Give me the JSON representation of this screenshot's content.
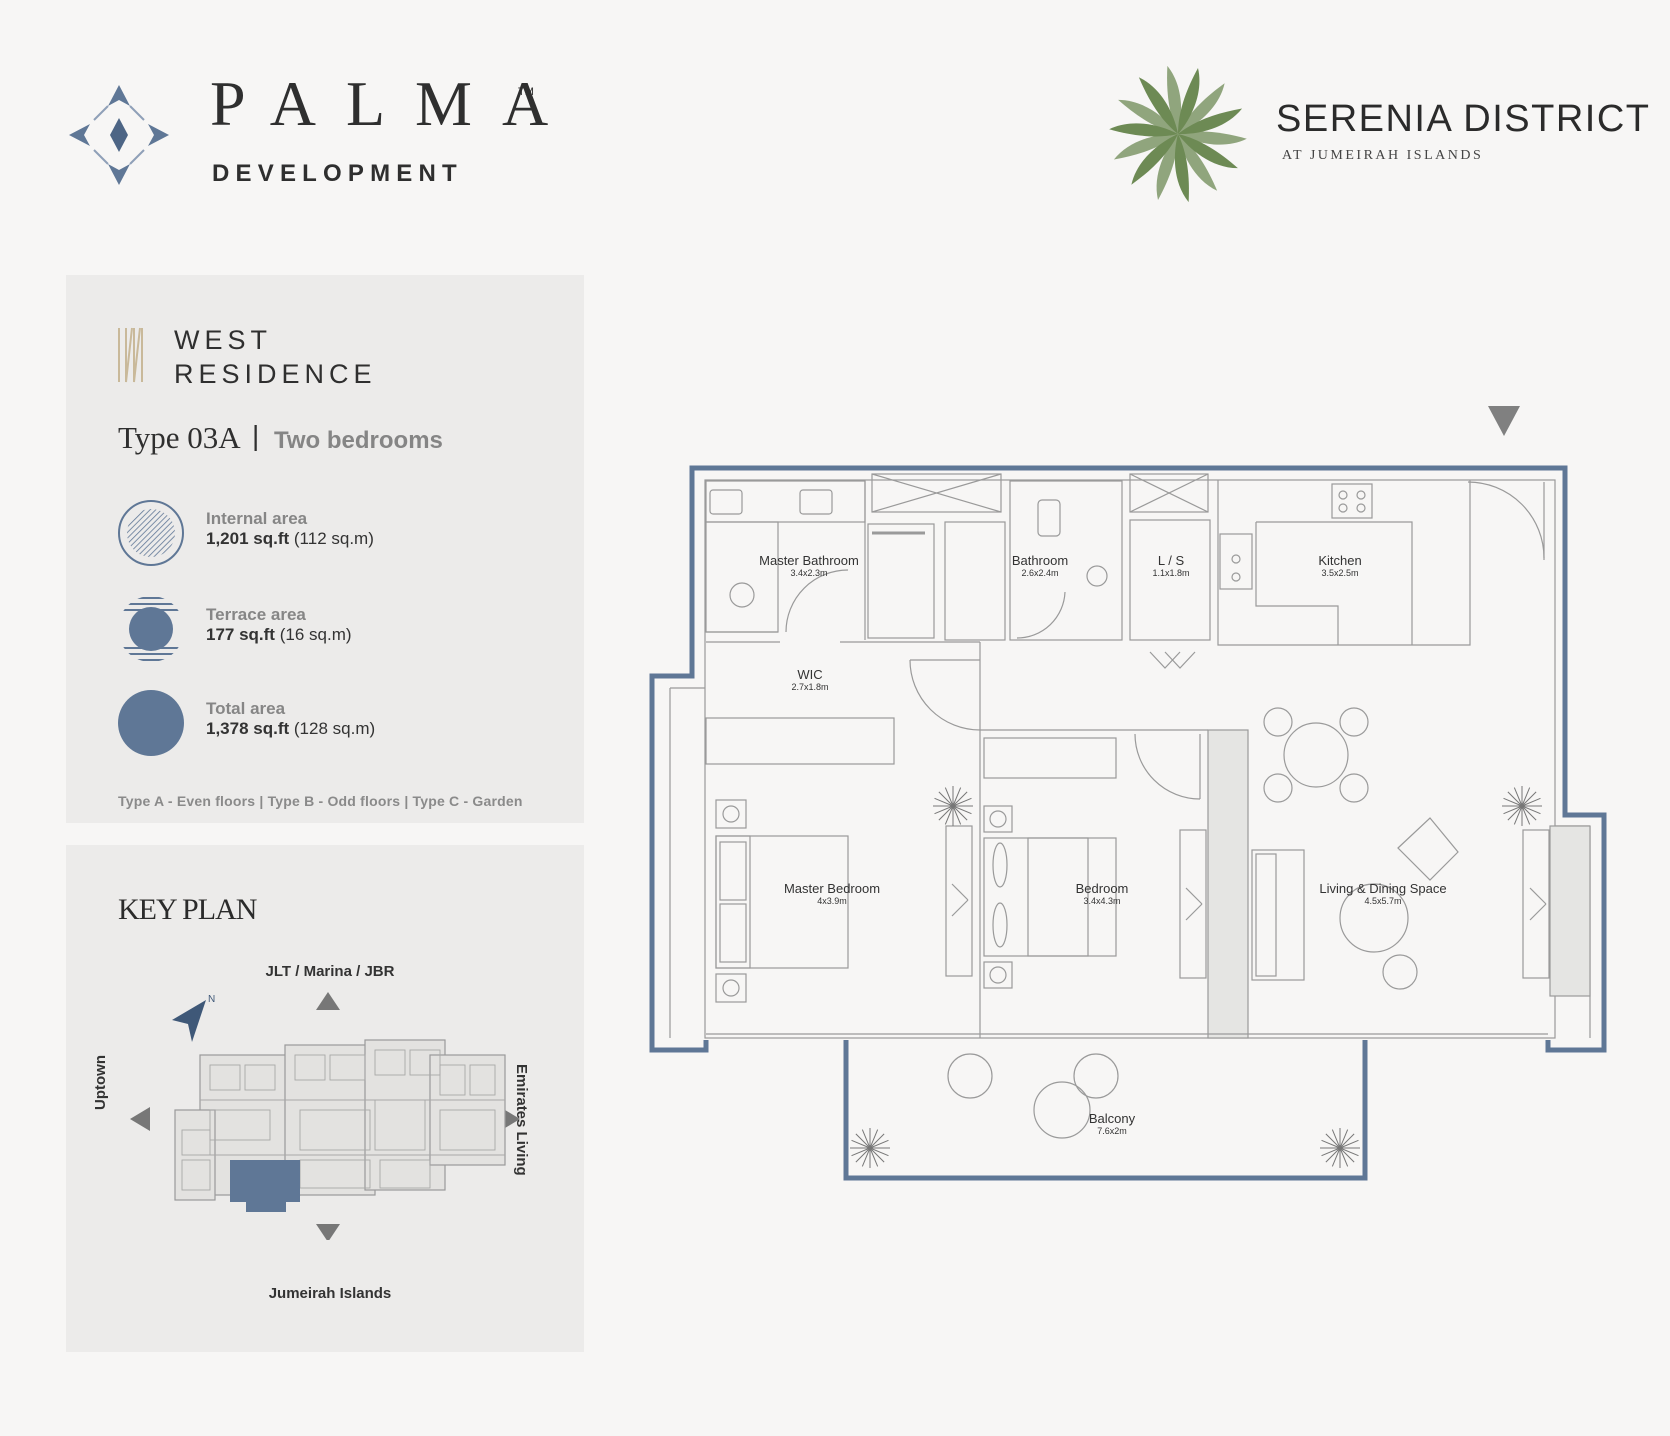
{
  "brand": {
    "name": "PALMA",
    "tm": "TM",
    "subtitle": "DEVELOPMENT",
    "logo_icon": "compass-star-icon",
    "colors": {
      "accent": "#5f7796",
      "olive": "#6d8a54"
    }
  },
  "project": {
    "title": "SERENIA DISTRICT",
    "subtitle": "AT JUMEIRAH ISLANDS",
    "logo_icon": "palm-burst-icon"
  },
  "residence": {
    "name_line1": "WEST",
    "name_line2": "RESIDENCE",
    "type": "Type 03A",
    "separator": "|",
    "bedrooms": "Two bedrooms"
  },
  "areas": [
    {
      "label": "Internal area",
      "sqft": "1,201 sq.ft",
      "sqm": "(112 sq.m)",
      "icon": "hatched-circle-icon"
    },
    {
      "label": "Terrace area",
      "sqft": "177 sq.ft",
      "sqm": "(16 sq.m)",
      "icon": "striped-circle-icon"
    },
    {
      "label": "Total area",
      "sqft": "1,378 sq.ft",
      "sqm": "(128 sq.m)",
      "icon": "solid-circle-icon"
    }
  ],
  "type_note": "Type A - Even floors | Type B - Odd floors | Type C - Garden",
  "key_plan": {
    "title": "KEY PLAN",
    "north": "JLT / Marina / JBR",
    "south": "Jumeirah Islands",
    "west": "Uptown",
    "east": "Emirates Living",
    "compass": "N"
  },
  "rooms": [
    {
      "name": "Master Bathroom",
      "dim": "3.4x2.3m"
    },
    {
      "name": "Bathroom",
      "dim": "2.6x2.4m"
    },
    {
      "name": "L / S",
      "dim": "1.1x1.8m"
    },
    {
      "name": "Kitchen",
      "dim": "3.5x2.5m"
    },
    {
      "name": "WIC",
      "dim": "2.7x1.8m"
    },
    {
      "name": "Master Bedroom",
      "dim": "4x3.9m"
    },
    {
      "name": "Bedroom",
      "dim": "3.4x4.3m"
    },
    {
      "name": "Living & Dining Space",
      "dim": "4.5x5.7m"
    },
    {
      "name": "Balcony",
      "dim": "7.6x2m"
    }
  ]
}
